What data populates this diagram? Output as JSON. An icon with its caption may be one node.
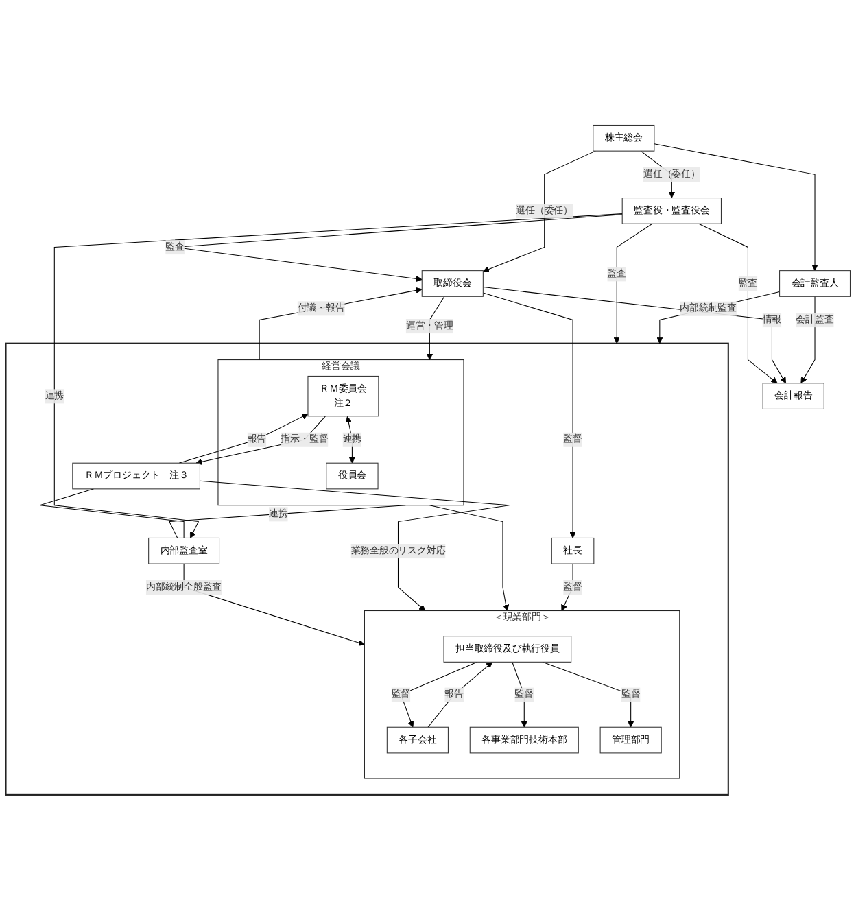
{
  "diagram": {
    "nodes": [
      {
        "text": [
          "株主総会"
        ]
      },
      {
        "text": [
          "会計監査人"
        ]
      },
      {
        "text": [
          "監査役・監査役会"
        ]
      },
      {
        "text": [
          "会計報告"
        ]
      },
      {
        "text": [
          "取締役会"
        ]
      },
      {
        "text": [],
        "shape": "box"
      },
      {
        "text": [
          "社長"
        ],
        "in": 5
      },
      {
        "text": [
          "経営会議"
        ],
        "in": 5
      },
      {
        "text": [
          "ＲＭ委員会",
          "注２"
        ],
        "in": 7
      },
      {
        "text": [
          "役員会"
        ],
        "in": 7
      },
      {
        "text": [
          "ＲＭプロジェクト　注３"
        ],
        "in": 5
      },
      {
        "text": [
          "内部監査室"
        ],
        "in": 5
      },
      {
        "text": [
          "＜現業部門＞"
        ],
        "in": 5
      },
      {
        "text": [
          "担当取締役及び執行役員"
        ],
        "in": 12
      },
      {
        "text": [
          "各子会社"
        ],
        "in": 12
      },
      {
        "text": [
          "各事業部門技術本部"
        ],
        "in": 12
      },
      {
        "text": [
          "管理部門"
        ],
        "in": 12
      }
    ],
    "edges": [
      {
        "from": 0,
        "to": 2,
        "arrow": "to",
        "label": "選任（委任）"
      },
      {
        "from": 0,
        "to": 1,
        "arrow": "to"
      },
      {
        "from": 0,
        "to": 4,
        "arrow": "to",
        "label": "選任（委任）"
      },
      {
        "from": 1,
        "to": 3,
        "arrow": "to",
        "label": "会計監査"
      },
      {
        "from": 1,
        "to": 5,
        "arrow": "to",
        "label": "内部統制監査"
      },
      {
        "from": 4,
        "to": 3,
        "arrow": "to",
        "label": "情報"
      },
      {
        "from": 2,
        "to": 3,
        "arrow": "to",
        "label": "監査"
      },
      {
        "from": 2,
        "to": 4,
        "arrow": "to",
        "label": "監査"
      },
      {
        "from": 2,
        "to": 5,
        "arrow": "to",
        "label": "監査"
      },
      {
        "from": 2,
        "to": 11,
        "arrow": "to",
        "label": "連携"
      },
      {
        "from": 4,
        "to": 6,
        "arrow": "to",
        "label": "監督"
      },
      {
        "from": 4,
        "to": 7,
        "arrow": "to",
        "label": "運営・管理"
      },
      {
        "from": 7,
        "to": 4,
        "arrow": "to",
        "label": "付議・報告"
      },
      {
        "from": 6,
        "to": 12,
        "arrow": "to",
        "label": "監督"
      },
      {
        "from": 7,
        "to": 12,
        "arrow": "to"
      },
      {
        "from": 8,
        "to": 9,
        "arrow": "both",
        "label": "連携"
      },
      {
        "from": 8,
        "to": 10,
        "arrow": "to",
        "label": "指示・監督"
      },
      {
        "from": 10,
        "to": 8,
        "arrow": "to",
        "label": "報告"
      },
      {
        "from": 7,
        "to": 11,
        "arrow": "none",
        "label": "連携"
      },
      {
        "from": 10,
        "to": 11,
        "arrow": "none"
      },
      {
        "from": 10,
        "to": 12,
        "arrow": "to",
        "label": "業務全般のリスク対応"
      },
      {
        "from": 11,
        "to": 12,
        "arrow": "to",
        "label": "内部統制全般監査"
      },
      {
        "from": 13,
        "to": 14,
        "arrow": "to",
        "label": "監督"
      },
      {
        "from": 14,
        "to": 13,
        "arrow": "to",
        "label": "報告"
      },
      {
        "from": 13,
        "to": 15,
        "arrow": "to",
        "label": "監督"
      },
      {
        "from": 13,
        "to": 16,
        "arrow": "to",
        "label": "監督"
      }
    ]
  }
}
